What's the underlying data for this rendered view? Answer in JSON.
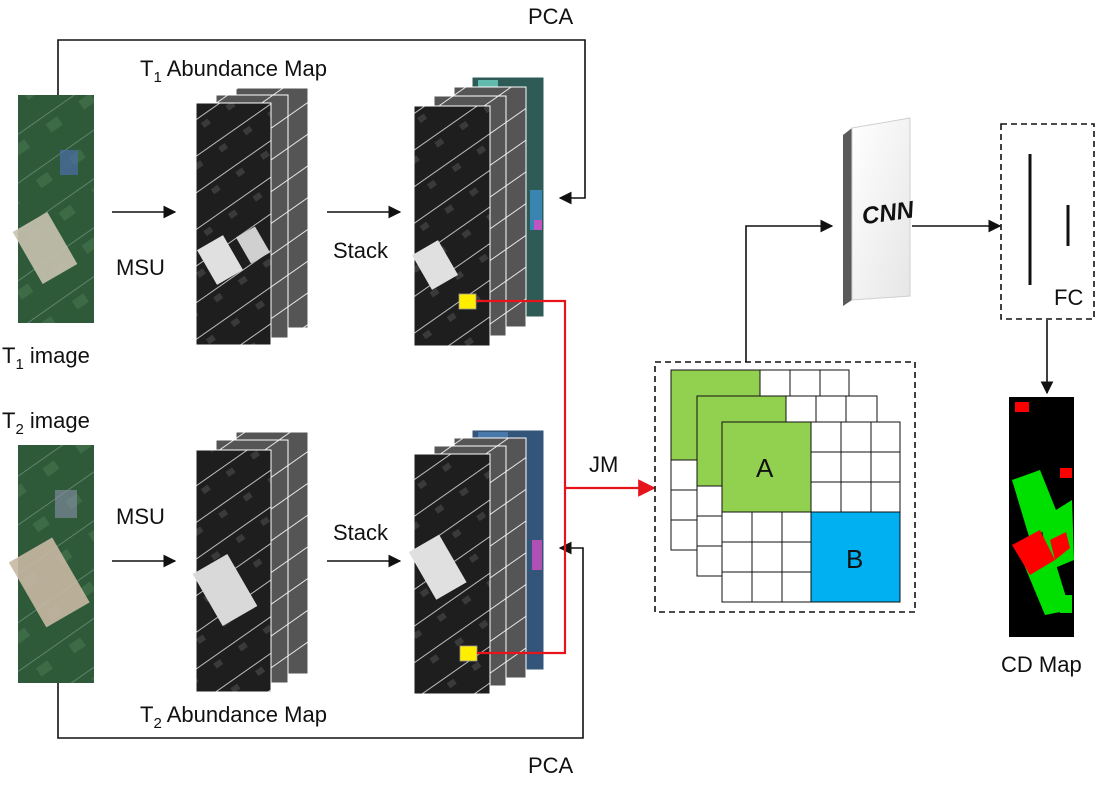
{
  "labels": {
    "pca_top": "PCA",
    "pca_bottom": "PCA",
    "t1_abundance": "T",
    "t1_abundance_sub": "1",
    "t1_abundance_rest": " Abundance Map",
    "t2_abundance": "T",
    "t2_abundance_sub": "2",
    "t2_abundance_rest": " Abundance Map",
    "t1_image": "T",
    "t1_image_sub": "1",
    "t1_image_rest": " image",
    "t2_image": "T",
    "t2_image_sub": "2",
    "t2_image_rest": " image",
    "msu_top": "MSU",
    "msu_bottom": "MSU",
    "stack_top": "Stack",
    "stack_bottom": "Stack",
    "jm": "JM",
    "cnn": "CNN",
    "fc": "FC",
    "cd_map": "CD Map",
    "grid_a": "A",
    "grid_b": "B"
  },
  "colors": {
    "arrow": "#111111",
    "red_link": "#e8141b",
    "patch_yellow": "#ffee00",
    "green_block": "#92d050",
    "blue_block": "#00b0f0",
    "cd_green": "#00e000",
    "cd_red": "#ff0000"
  }
}
